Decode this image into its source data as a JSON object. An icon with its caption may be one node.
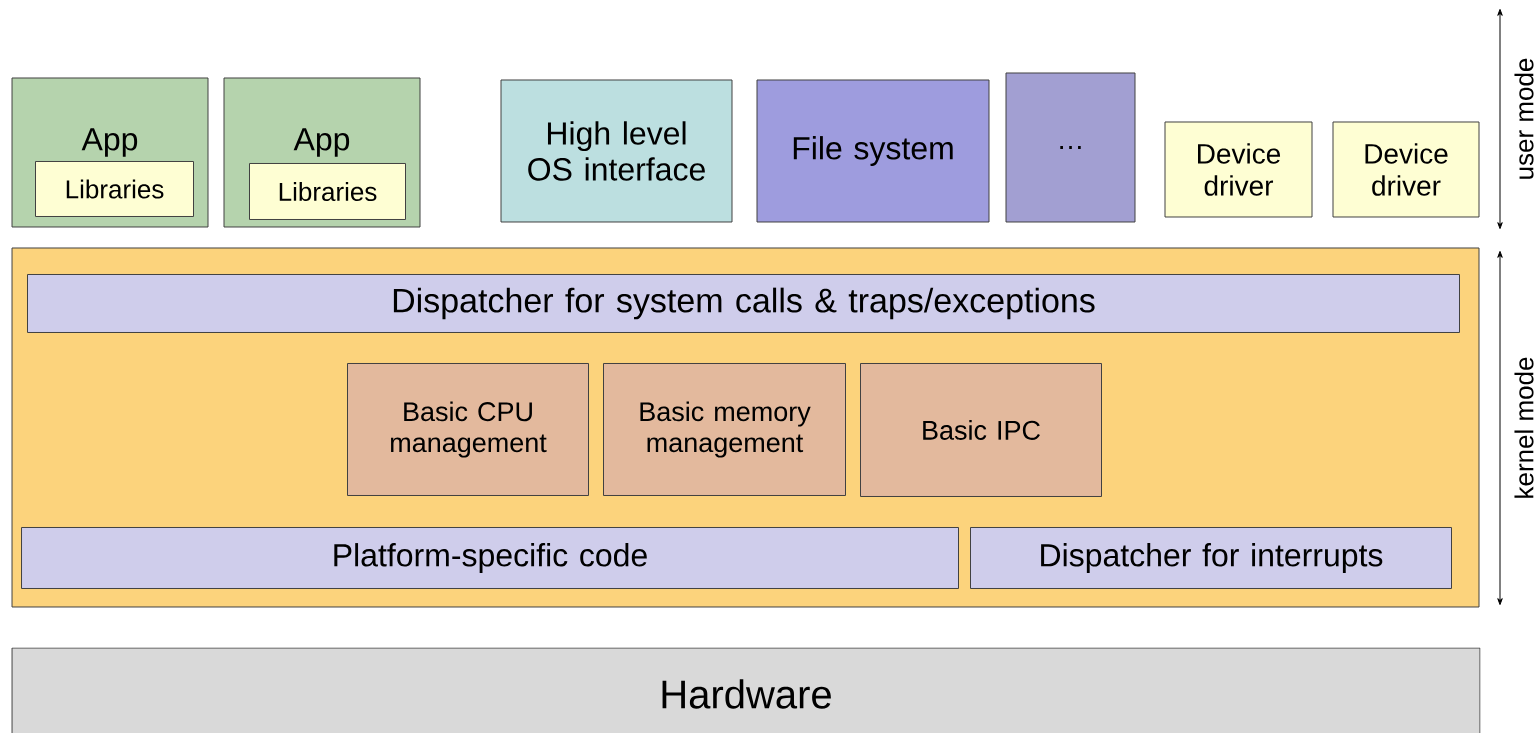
{
  "diagram": {
    "nodes": [
      {
        "text": [
          "App"
        ]
      },
      {
        "text": [
          "Libraries"
        ],
        "in": 0
      },
      {
        "text": [
          "App"
        ]
      },
      {
        "text": [
          "Libraries"
        ],
        "in": 2
      },
      {
        "text": [
          "High level OS interface"
        ]
      },
      {
        "text": [
          "File system"
        ]
      },
      {
        "text": [
          "…"
        ]
      },
      {
        "text": [
          "Device driver"
        ]
      },
      {
        "text": [
          "Device driver"
        ]
      },
      {
        "text": [],
        "shape": "box"
      },
      {
        "text": [
          "Dispatcher for system calls & traps/exceptions"
        ],
        "in": 9
      },
      {
        "text": [
          "Basic CPU management"
        ],
        "in": 9
      },
      {
        "text": [
          "Basic memory management"
        ],
        "in": 9
      },
      {
        "text": [
          "Basic IPC"
        ],
        "in": 9
      },
      {
        "text": [
          "Platform-specific code"
        ],
        "in": 9
      },
      {
        "text": [
          "Dispatcher for interrupts"
        ],
        "in": 9
      },
      {
        "text": [
          "Hardware"
        ]
      }
    ],
    "labels": [
      "user mode",
      "kernel mode"
    ]
  }
}
